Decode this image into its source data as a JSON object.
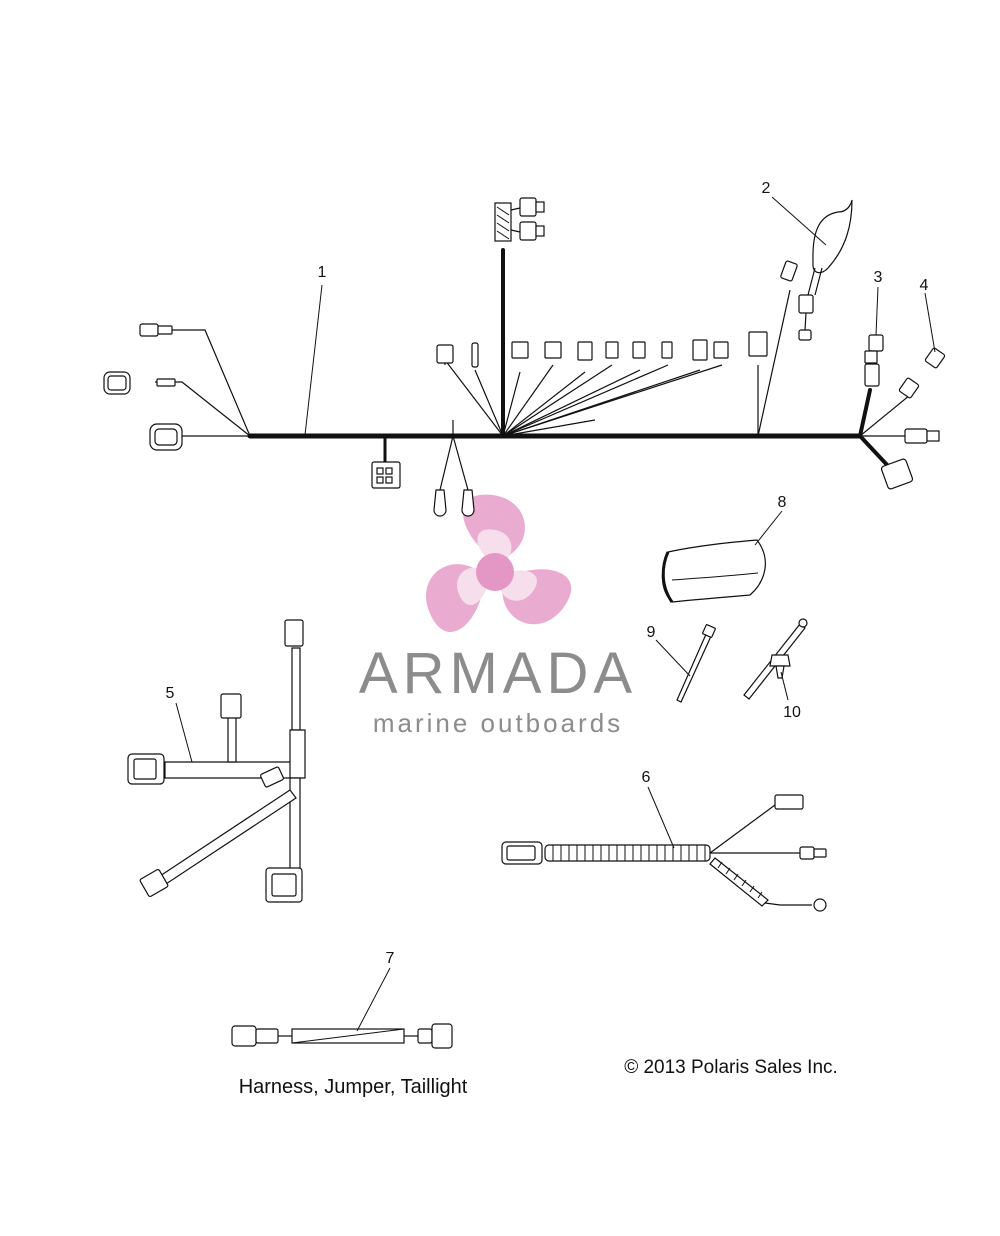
{
  "callouts": [
    "1",
    "2",
    "3",
    "4",
    "5",
    "6",
    "7",
    "8",
    "9",
    "10"
  ],
  "caption": "Harness, Jumper, Taillight",
  "copyright": "© 2013 Polaris Sales Inc.",
  "watermark": {
    "title": "ARMADA",
    "subtitle": "marine outboards",
    "logo": "propeller-logo",
    "logo_color": "#e8a3cc",
    "text_color": "#8c8c8c"
  },
  "colors": {
    "line": "#111111",
    "background": "#ffffff"
  }
}
